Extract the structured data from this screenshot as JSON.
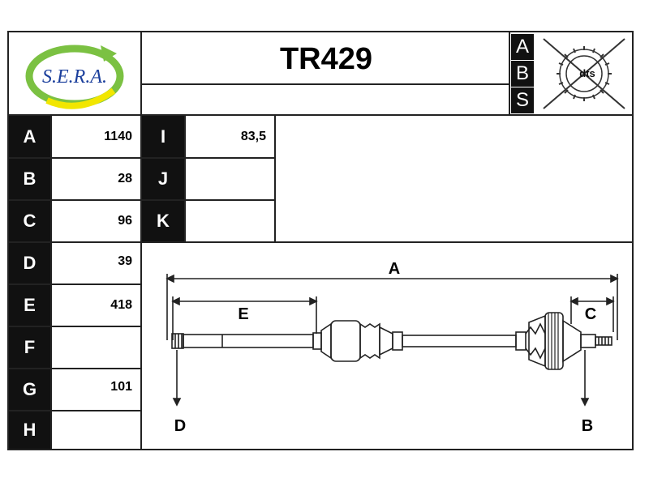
{
  "header": {
    "logo_text": "S.E.R.A.",
    "part_number": "TR429",
    "abs_letters": [
      "A",
      "B",
      "S"
    ],
    "abs_icon_text": "dts"
  },
  "dimensions_left": [
    {
      "label": "A",
      "value": "1140"
    },
    {
      "label": "B",
      "value": "28"
    },
    {
      "label": "C",
      "value": "96"
    },
    {
      "label": "D",
      "value": "39"
    },
    {
      "label": "E",
      "value": "418"
    },
    {
      "label": "F",
      "value": ""
    },
    {
      "label": "G",
      "value": "101"
    },
    {
      "label": "H",
      "value": ""
    }
  ],
  "dimensions_right": [
    {
      "label": "I",
      "value": "83,5"
    },
    {
      "label": "J",
      "value": ""
    },
    {
      "label": "K",
      "value": ""
    }
  ],
  "drawing_labels": {
    "a": "A",
    "e": "E",
    "c": "C",
    "d": "D",
    "b": "B"
  },
  "colors": {
    "logo_green": "#7bc142",
    "logo_yellow": "#f2e600",
    "logo_text_blue": "#1b3f9c"
  }
}
